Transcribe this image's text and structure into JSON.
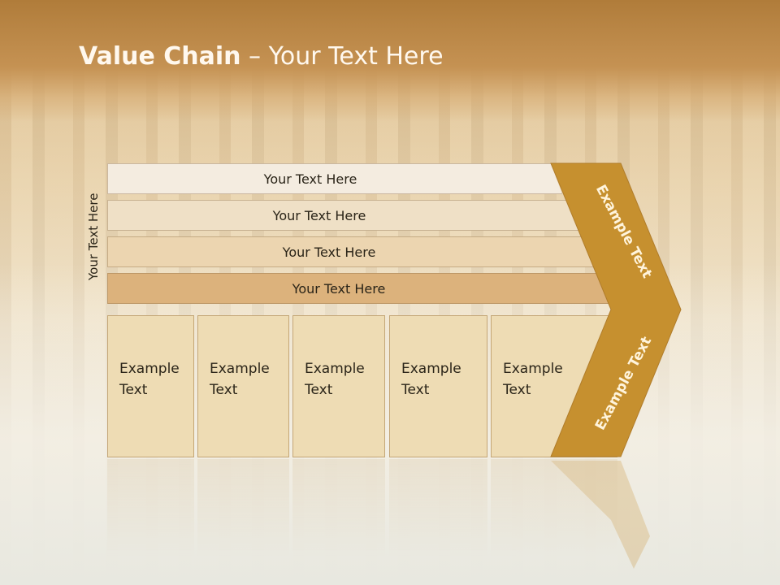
{
  "slide": {
    "title_bold": "Value Chain",
    "title_rest": " – Your Text Here",
    "side_label": "Your Text Here",
    "bands": [
      "Your Text Here",
      "Your Text Here",
      "Your Text Here",
      "Your Text Here"
    ],
    "columns": [
      {
        "line1": "Example",
        "line2": "Text"
      },
      {
        "line1": "Example",
        "line2": "Text"
      },
      {
        "line1": "Example",
        "line2": "Text"
      },
      {
        "line1": "Example",
        "line2": "Text"
      },
      {
        "line1": "Example",
        "line2": "Text"
      }
    ],
    "chevron_top": "Example Text",
    "chevron_bottom": "Example Text",
    "colors": {
      "header": "#b07c3a",
      "chevron": "#c6902f",
      "band_dark": "#dcb27c"
    }
  }
}
